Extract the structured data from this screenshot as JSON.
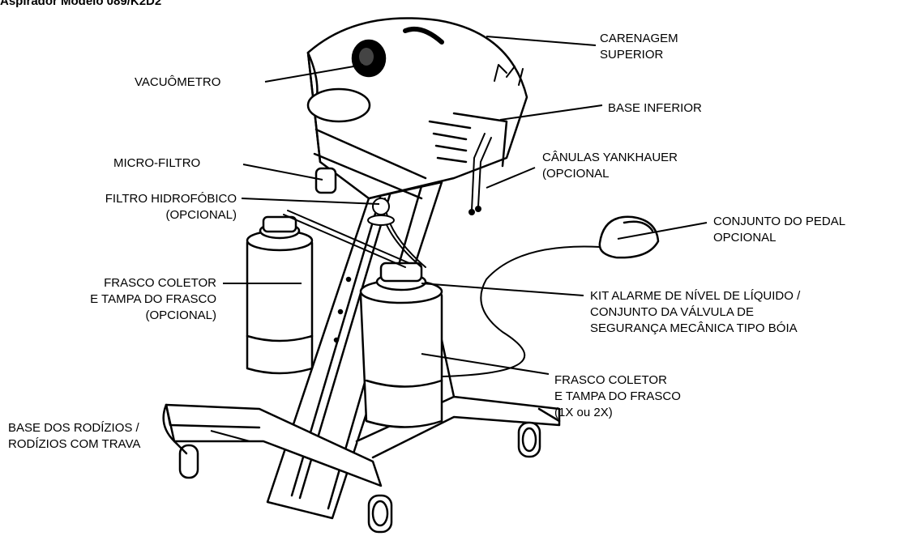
{
  "title": "Aspirador Modelo 089/K2D2",
  "labels": {
    "carenagem_superior": "CARENAGEM\nSUPERIOR",
    "vacuometro": "VACUÔMETRO",
    "base_inferior": "BASE INFERIOR",
    "micro_filtro": "MICRO-FILTRO",
    "canulas_yankhauer": "CÂNULAS YANKHAUER\n(OPCIONAL",
    "filtro_hidrofobico": "FILTRO HIDROFÓBICO\n(OPCIONAL)",
    "conjunto_pedal": "CONJUNTO DO PEDAL\nOPCIONAL",
    "frasco_coletor_left": "FRASCO COLETOR\nE TAMPA DO FRASCO\n(OPCIONAL)",
    "kit_alarme": "KIT ALARME DE NÍVEL DE LÍQUIDO /\nCONJUNTO DA VÁLVULA DE\nSEGURANÇA MECÂNICA TIPO BÓIA",
    "frasco_coletor_right": "FRASCO COLETOR\nE TAMPA DO FRASCO\n(1X ou 2X)",
    "base_rodizios": "BASE DOS RODÍZIOS /\nRODÍZIOS COM TRAVA"
  }
}
